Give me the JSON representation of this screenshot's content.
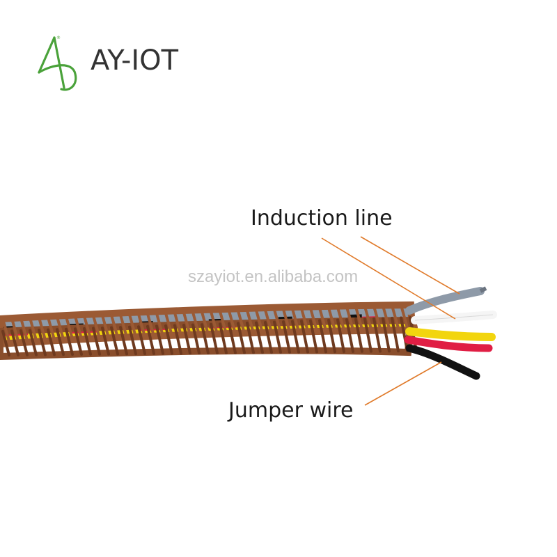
{
  "brand": {
    "name": "AY-IOT"
  },
  "watermark": "szayiot.en.alibaba.com",
  "labels": {
    "induction": "Induction line",
    "jumper": "Jumper wire"
  },
  "colors": {
    "sheath": "#9b5a34",
    "sheath_dark": "#6e3a1f",
    "wire_gray": "#8e9aa8",
    "wire_white": "#f5f5f5",
    "wire_yellow": "#f2d50e",
    "wire_red": "#e01e44",
    "wire_black": "#111111",
    "leader": "#e07a2a",
    "logo_green": "#4aa23a"
  }
}
